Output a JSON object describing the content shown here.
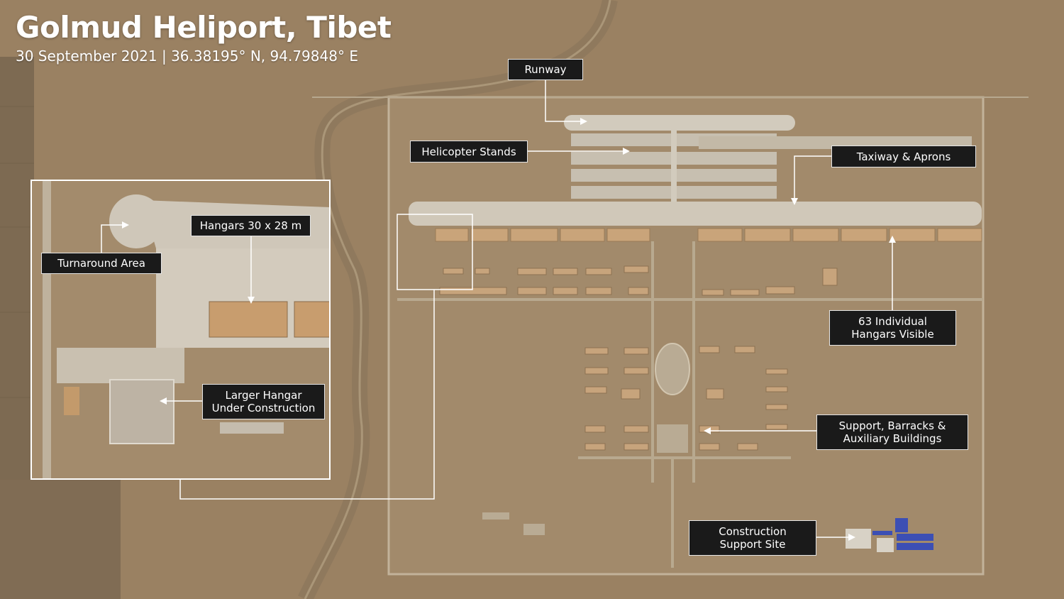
{
  "header": {
    "title": "Golmud Heliport, Tibet",
    "subtitle": "30 September 2021  |  36.38195° N, 94.79848° E"
  },
  "labels": {
    "runway": "Runway",
    "helicopter_stands": "Helicopter Stands",
    "taxiway_aprons": "Taxiway & Aprons",
    "hangars_visible_line1": "63 Individual",
    "hangars_visible_line2": "Hangars Visible",
    "support_line1": "Support, Barracks &",
    "support_line2": "Auxiliary Buildings",
    "construction_line1": "Construction",
    "construction_line2": "Support Site",
    "turnaround": "Turnaround Area",
    "hangars_size": "Hangars 30 x 28 m",
    "larger_hangar_line1": "Larger Hangar",
    "larger_hangar_line2": "Under Construction"
  },
  "colors": {
    "terrain": "#9a8162",
    "pavement": "#cfc6b8",
    "hangar_roof": "#c9a47a",
    "label_bg": "#1a1a1a",
    "label_border": "#e6e6e6",
    "annotation_line": "#ffffff",
    "solar_panels": "#3c4fb4"
  }
}
